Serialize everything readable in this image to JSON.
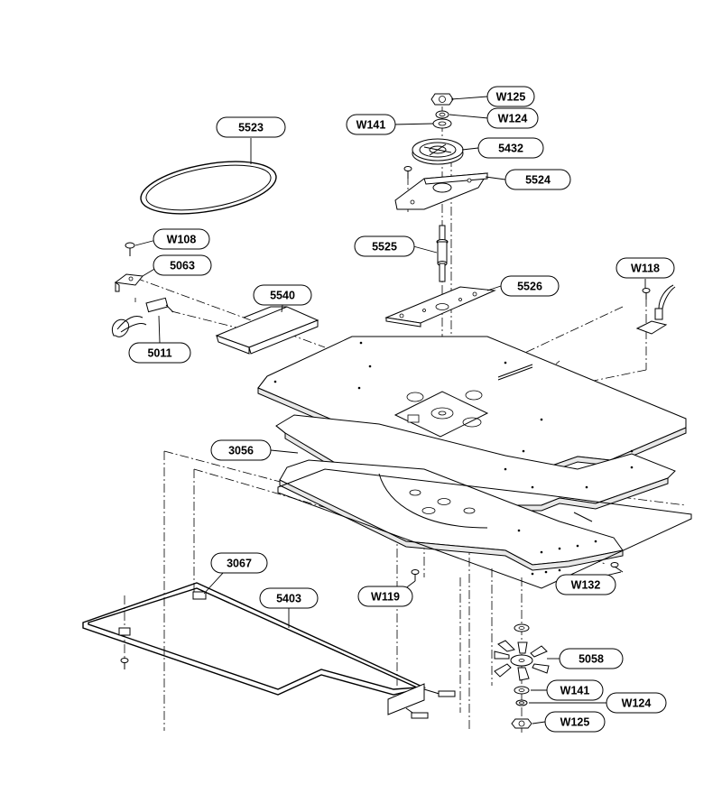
{
  "callouts": [
    {
      "id": "5523",
      "label": "5523"
    },
    {
      "id": "W125-top",
      "label": "W125"
    },
    {
      "id": "W124-top",
      "label": "W124"
    },
    {
      "id": "W141-top",
      "label": "W141"
    },
    {
      "id": "5432",
      "label": "5432"
    },
    {
      "id": "5524",
      "label": "5524"
    },
    {
      "id": "W108",
      "label": "W108"
    },
    {
      "id": "5063",
      "label": "5063"
    },
    {
      "id": "5525",
      "label": "5525"
    },
    {
      "id": "5526",
      "label": "5526"
    },
    {
      "id": "W118",
      "label": "W118"
    },
    {
      "id": "5540",
      "label": "5540"
    },
    {
      "id": "5011",
      "label": "5011"
    },
    {
      "id": "3056",
      "label": "3056"
    },
    {
      "id": "3067",
      "label": "3067"
    },
    {
      "id": "5403",
      "label": "5403"
    },
    {
      "id": "W119",
      "label": "W119"
    },
    {
      "id": "W132",
      "label": "W132"
    },
    {
      "id": "5058",
      "label": "5058"
    },
    {
      "id": "W141-bottom",
      "label": "W141"
    },
    {
      "id": "W124-bottom",
      "label": "W124"
    },
    {
      "id": "W125-bottom",
      "label": "W125"
    }
  ]
}
